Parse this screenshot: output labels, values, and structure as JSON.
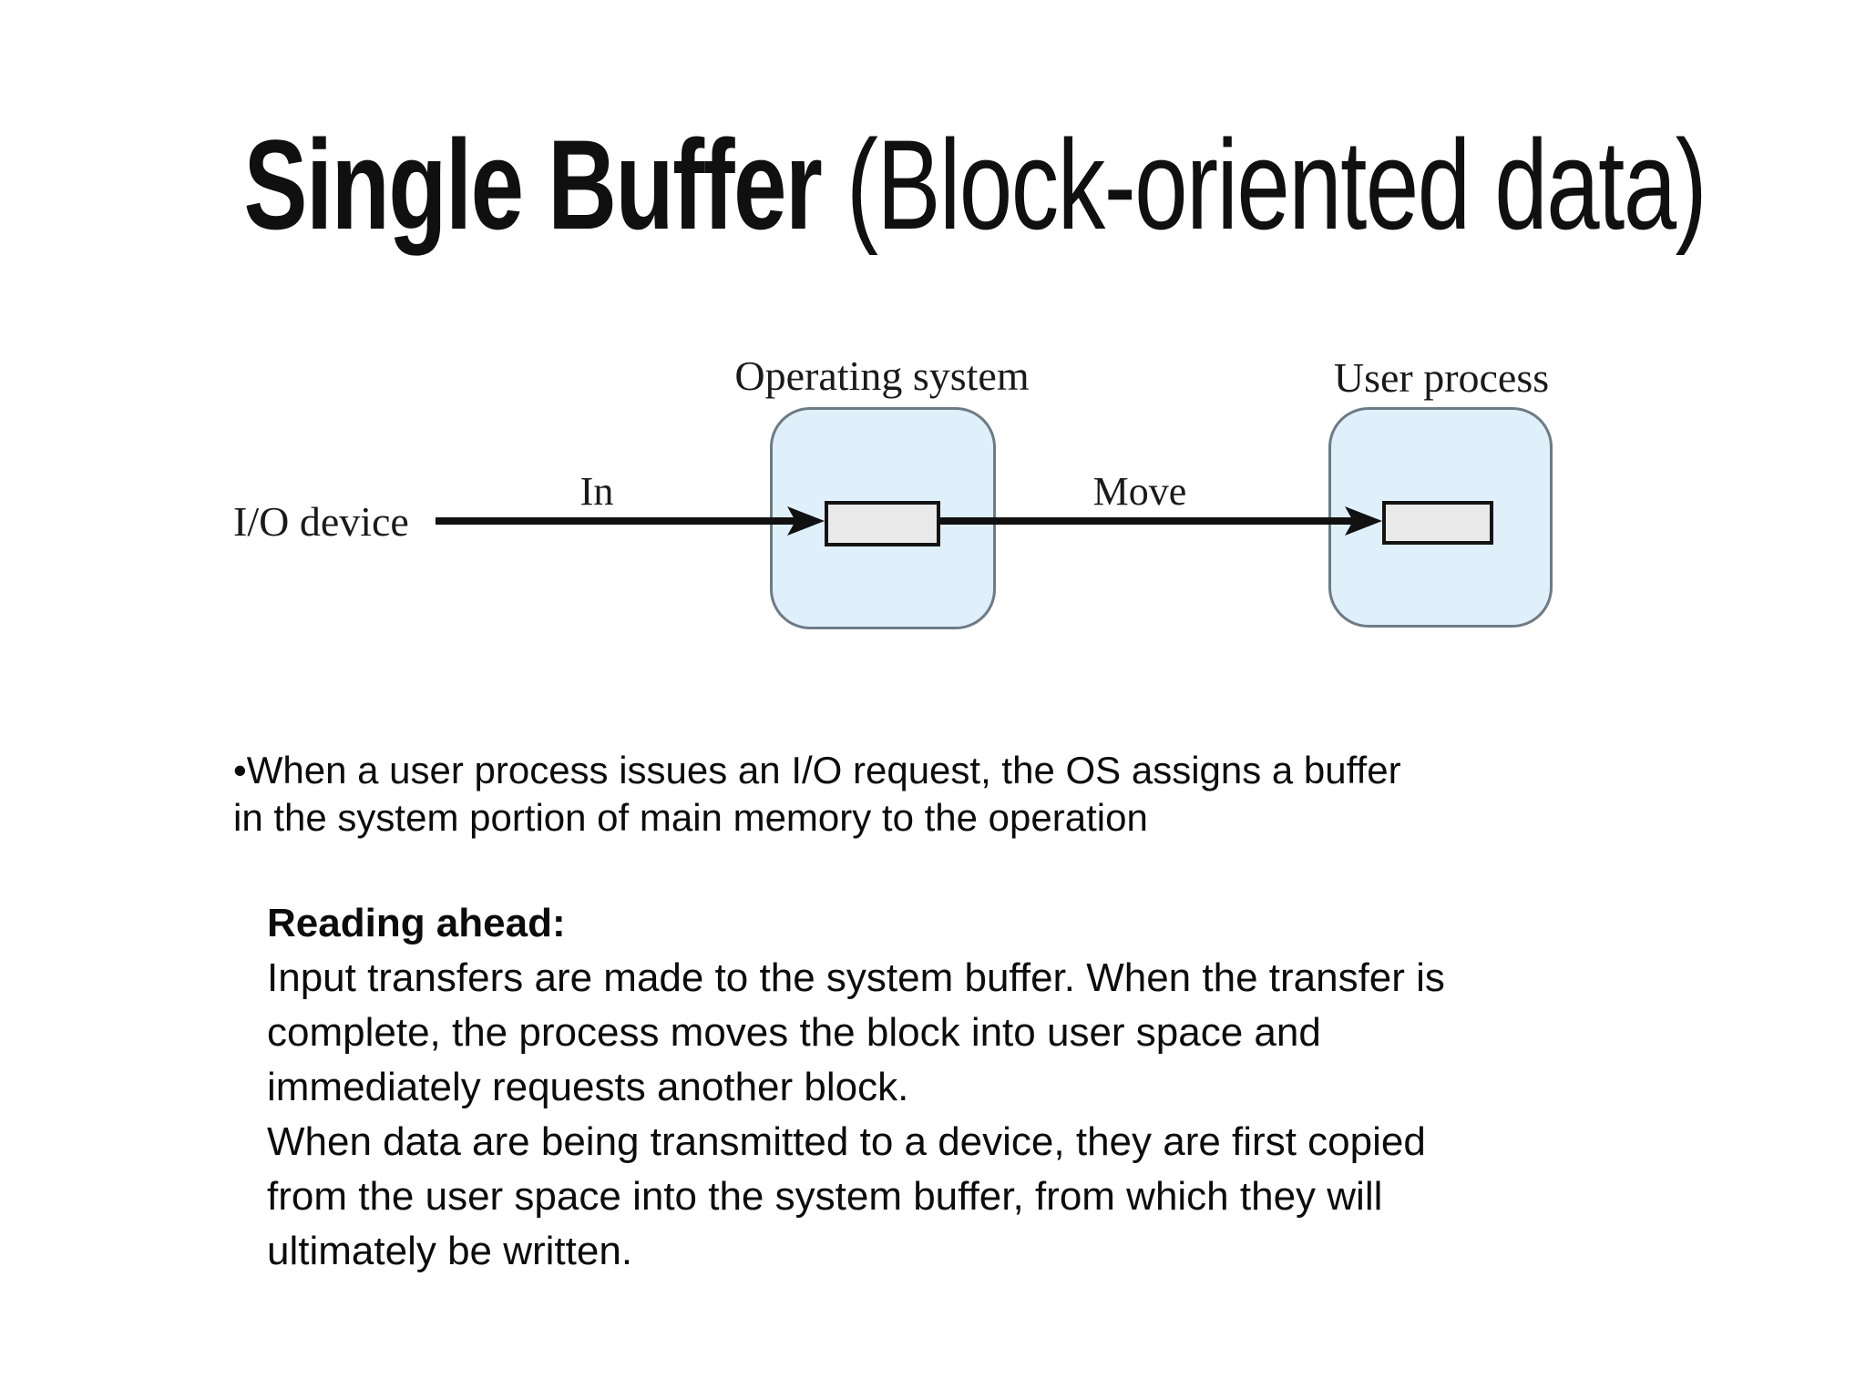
{
  "slide": {
    "title": {
      "bold": "Single Buffer",
      "rest": " (Block-oriented data)"
    },
    "diagram": {
      "os_label": "Operating system",
      "user_label": "User process",
      "io_device_label": "I/O device",
      "in_label": "In",
      "move_label": "Move",
      "colors": {
        "container_fill": "#dff0fb",
        "container_border": "#6d7b86",
        "buffer_fill": "#e9e9e9",
        "buffer_border": "#141414",
        "arrow": "#111111"
      }
    },
    "bullet_paragraph": "•When a user process issues an I/O request, the OS assigns a buffer\nin the system portion of main memory to the operation",
    "reading_ahead": {
      "heading": "Reading ahead:",
      "body": "Input transfers are made to the system buffer. When the transfer is\ncomplete, the process moves the block into user space and\nimmediately requests another block.\nWhen data are being transmitted to a device, they are first copied\nfrom the user space into the system buffer, from which they will\nultimately be written."
    }
  }
}
